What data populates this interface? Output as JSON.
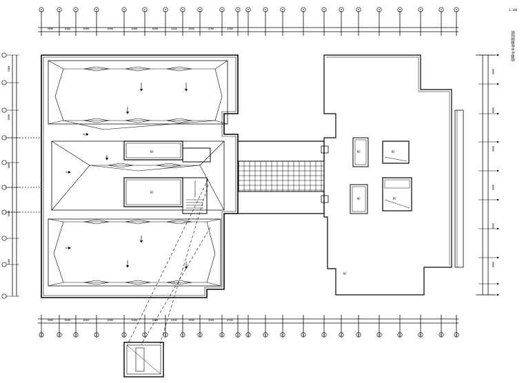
{
  "drawing": {
    "background": "#ffffff",
    "line_color": "#000000",
    "top_dimensions": [
      "9000",
      "8400",
      "8400",
      "8400",
      "8400",
      "8400",
      "4200",
      "4500",
      "4200",
      "4200"
    ],
    "bottom_dimensions": [
      "9000",
      "8400",
      "8400",
      "8400",
      "8400",
      "8400",
      "4200",
      "4500",
      "4200",
      "4200"
    ],
    "left_dimensions": [
      "5400",
      "6800",
      "6800",
      "6800",
      "5400"
    ],
    "right_dimensions": [
      "6000",
      "6000",
      "6000",
      "6000",
      "6000",
      "6000"
    ],
    "corner_note": "1:100",
    "title_block": "顶层屋面排水平面图"
  }
}
